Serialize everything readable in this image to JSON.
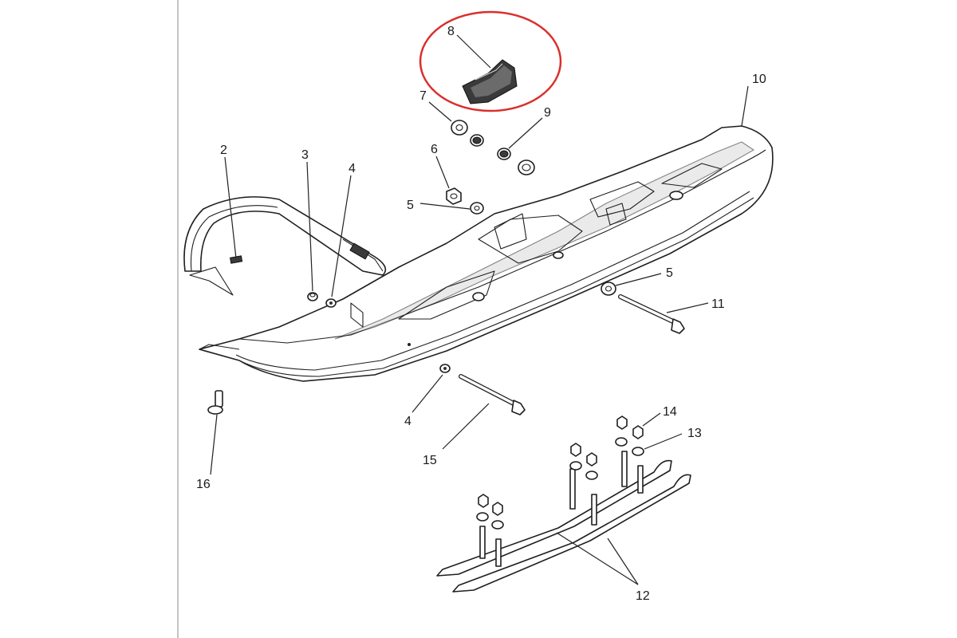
{
  "diagram": {
    "labels": {
      "p2": "2",
      "p3": "3",
      "p4a": "4",
      "p4b": "4",
      "p5a": "5",
      "p5b": "5",
      "p6": "6",
      "p7": "7",
      "p8": "8",
      "p9": "9",
      "p10": "10",
      "p11": "11",
      "p12": "12",
      "p13": "13",
      "p14": "14",
      "p15": "15",
      "p16": "16"
    },
    "highlight": {
      "part": "8",
      "color": "#d9302c"
    },
    "colors": {
      "line": "#1f1f1f",
      "background": "#ffffff",
      "highlight": "#d9302c"
    }
  }
}
